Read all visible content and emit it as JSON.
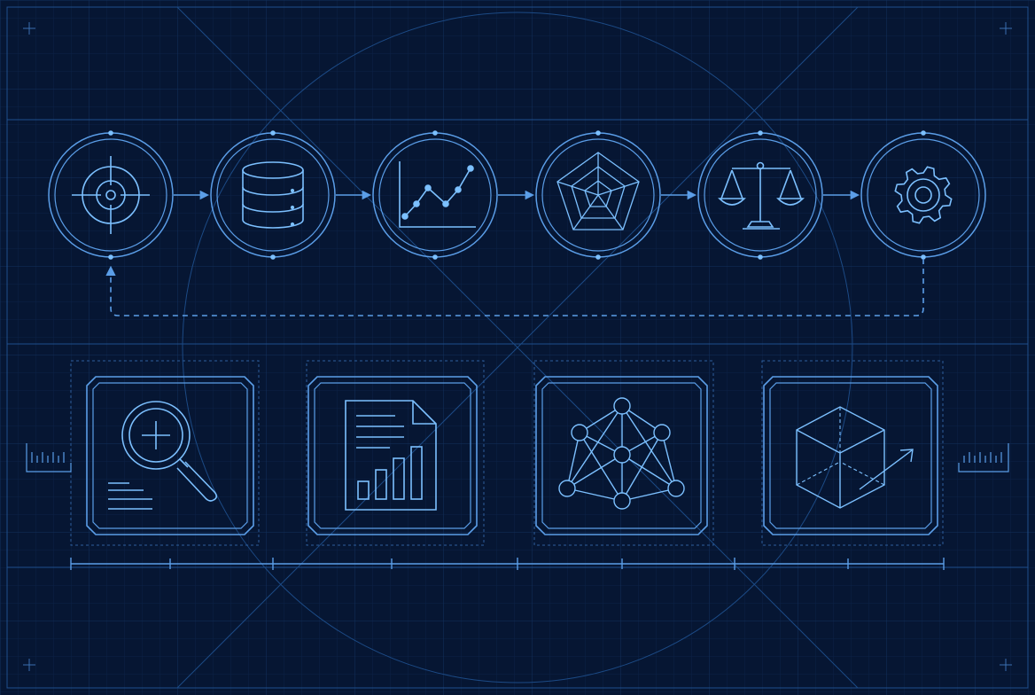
{
  "theme": {
    "background": "#061633",
    "grid_minor": "#0c2247",
    "grid_major": "#12305c",
    "line": "#5b9ee8",
    "line_bright": "#7cc0ff",
    "frame": "#1f4f8c"
  },
  "process_flow": {
    "stages": [
      {
        "id": "target",
        "icon": "target-icon"
      },
      {
        "id": "data",
        "icon": "database-icon"
      },
      {
        "id": "trend",
        "icon": "line-chart-icon"
      },
      {
        "id": "radar",
        "icon": "radar-chart-icon"
      },
      {
        "id": "balance",
        "icon": "balance-scale-icon"
      },
      {
        "id": "settings",
        "icon": "gear-icon"
      }
    ],
    "feedback_loop": "dashed-return-arrow"
  },
  "tools": {
    "cards": [
      {
        "id": "search",
        "icon": "magnifier-plus-icon"
      },
      {
        "id": "report",
        "icon": "report-document-icon"
      },
      {
        "id": "network",
        "icon": "network-graph-icon"
      },
      {
        "id": "model",
        "icon": "3d-cube-icon"
      }
    ]
  }
}
